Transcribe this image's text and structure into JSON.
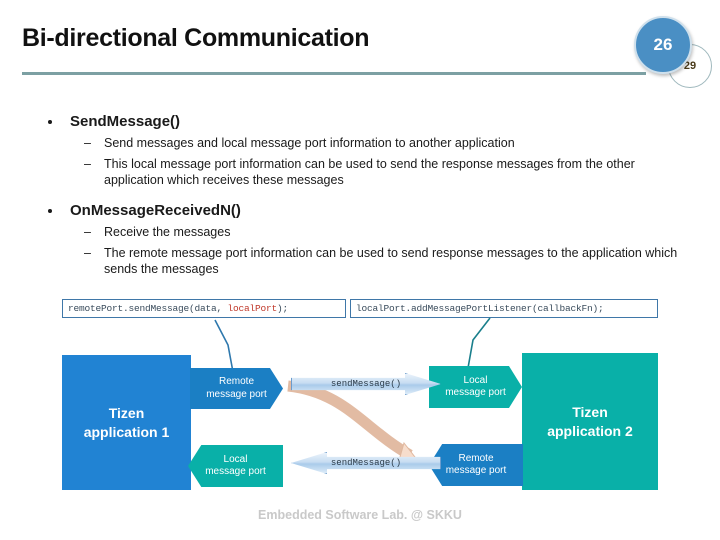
{
  "header": {
    "title": "Bi-directional Communication",
    "badge_number": "26",
    "badge_sub_number": "29",
    "accent_blue": "#4a8fc4",
    "rule_color": "#7ca0a3"
  },
  "content": {
    "sections": [
      {
        "heading": "SendMessage()",
        "items": [
          "Send messages and local message port information to another application",
          "This local message port information can be used to send the response messages from the other application which receives these messages"
        ]
      },
      {
        "heading": "OnMessageReceivedN()",
        "items": [
          "Receive the messages",
          "The remote message port information can be used to send response messages to the application which sends the messages"
        ]
      }
    ],
    "dash": "–"
  },
  "diagram": {
    "code_left_pre": "remotePort.sendMessage(data, ",
    "code_left_red": "localPort",
    "code_left_post": ");",
    "code_right": "localPort.addMessagePortListener(callbackFn);",
    "app_left": "Tizen\napplication 1",
    "app_left_line1": "Tizen",
    "app_left_line2": "application 1",
    "app_right_line1": "Tizen",
    "app_right_line2": "application 2",
    "port_remote_line1": "Remote",
    "port_remote_line2": "message port",
    "port_local_line1": "Local",
    "port_local_line2": "message port",
    "arrow_top_label": "sendMessage()",
    "arrow_bottom_label": "sendMessage()",
    "color_blue": "#2183d3",
    "color_teal": "#09b0a8",
    "color_arrow": "#a9cbea",
    "color_curve": "#e8c6b0"
  },
  "footer": {
    "text": "Embedded Software Lab. @ SKKU"
  }
}
